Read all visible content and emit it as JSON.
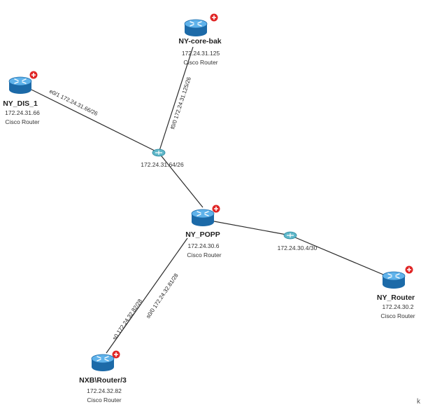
{
  "colors": {
    "router_body": "#2f8fd6",
    "router_body_dark": "#1c6aa8",
    "router_top": "#7cc4f2",
    "badge": "#e02626",
    "subnet": "#5fb7c9",
    "line": "#2a2a2a"
  },
  "icons": {
    "router": "router-icon",
    "badge": "plus-badge-icon",
    "subnet": "subnet-hub-icon"
  },
  "routers": {
    "ny_core_bak": {
      "name": "NY-core-bak",
      "ip": "172.24.31.125",
      "type": "Cisco Router"
    },
    "ny_dis_1": {
      "name": "NY_DIS_1",
      "ip": "172.24.31.66",
      "type": "Cisco Router"
    },
    "ny_popp": {
      "name": "NY_POPP",
      "ip": "172.24.30.6",
      "type": "Cisco Router"
    },
    "ny_router": {
      "name": "NY_Router",
      "ip": "172.24.30.2",
      "type": "Cisco Router"
    },
    "nxb_router3": {
      "name": "NXB\\Router/3",
      "ip": "172.24.32.82",
      "type": "Cisco Router"
    }
  },
  "subnets": {
    "net_31_64": {
      "label": "172.24.31.64/26"
    },
    "net_30_4": {
      "label": "172.24.30.4/30"
    }
  },
  "links": {
    "core_to_net": {
      "label": "f0/0 172.24.31.125/26"
    },
    "dis_to_net": {
      "label": "e0/1 172.24.31.66/26"
    },
    "popp_to_nxb": {
      "label": "s0/0 172.24.32.81/28"
    },
    "nxb_to_popp": {
      "label": "s0 172.24.32.82/28"
    }
  },
  "corner_mark": "k"
}
